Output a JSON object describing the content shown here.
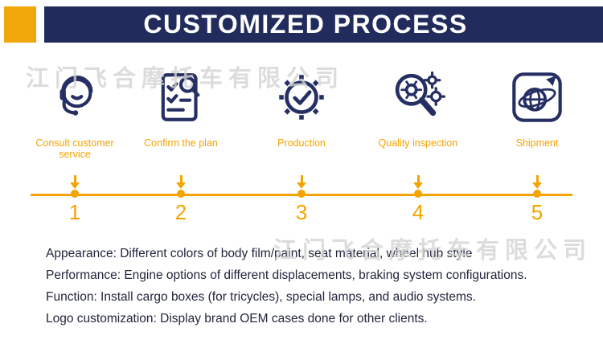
{
  "colors": {
    "navy": "#212b5c",
    "orange": "#f5a300",
    "yellow_accent": "#f1a70a",
    "text": "#21263c",
    "watermark_gray": "#d4d4d4"
  },
  "header": {
    "title": "CUSTOMIZED PROCESS"
  },
  "watermarks": {
    "top": "江门飞合摩托车有限公司",
    "bottom": "江门飞合摩托车有限公司"
  },
  "steps": [
    {
      "number": "1",
      "label": "Consult customer service",
      "icon": "customer-service-headset-icon"
    },
    {
      "number": "2",
      "label": "Confirm the plan",
      "icon": "checklist-magnifier-icon"
    },
    {
      "number": "3",
      "label": "Production",
      "icon": "gear-check-icon"
    },
    {
      "number": "4",
      "label": "Quality inspection",
      "icon": "magnifier-gears-icon"
    },
    {
      "number": "5",
      "label": "Shipment",
      "icon": "globe-airplane-icon"
    }
  ],
  "details": [
    "Appearance: Different colors of body film/paint, seat material, wheel hub style",
    "Performance: Engine options of different displacements, braking system configurations.",
    "Function: Install cargo boxes (for tricycles), special lamps, and audio systems.",
    "Logo customization: Display brand OEM cases done for other clients."
  ]
}
